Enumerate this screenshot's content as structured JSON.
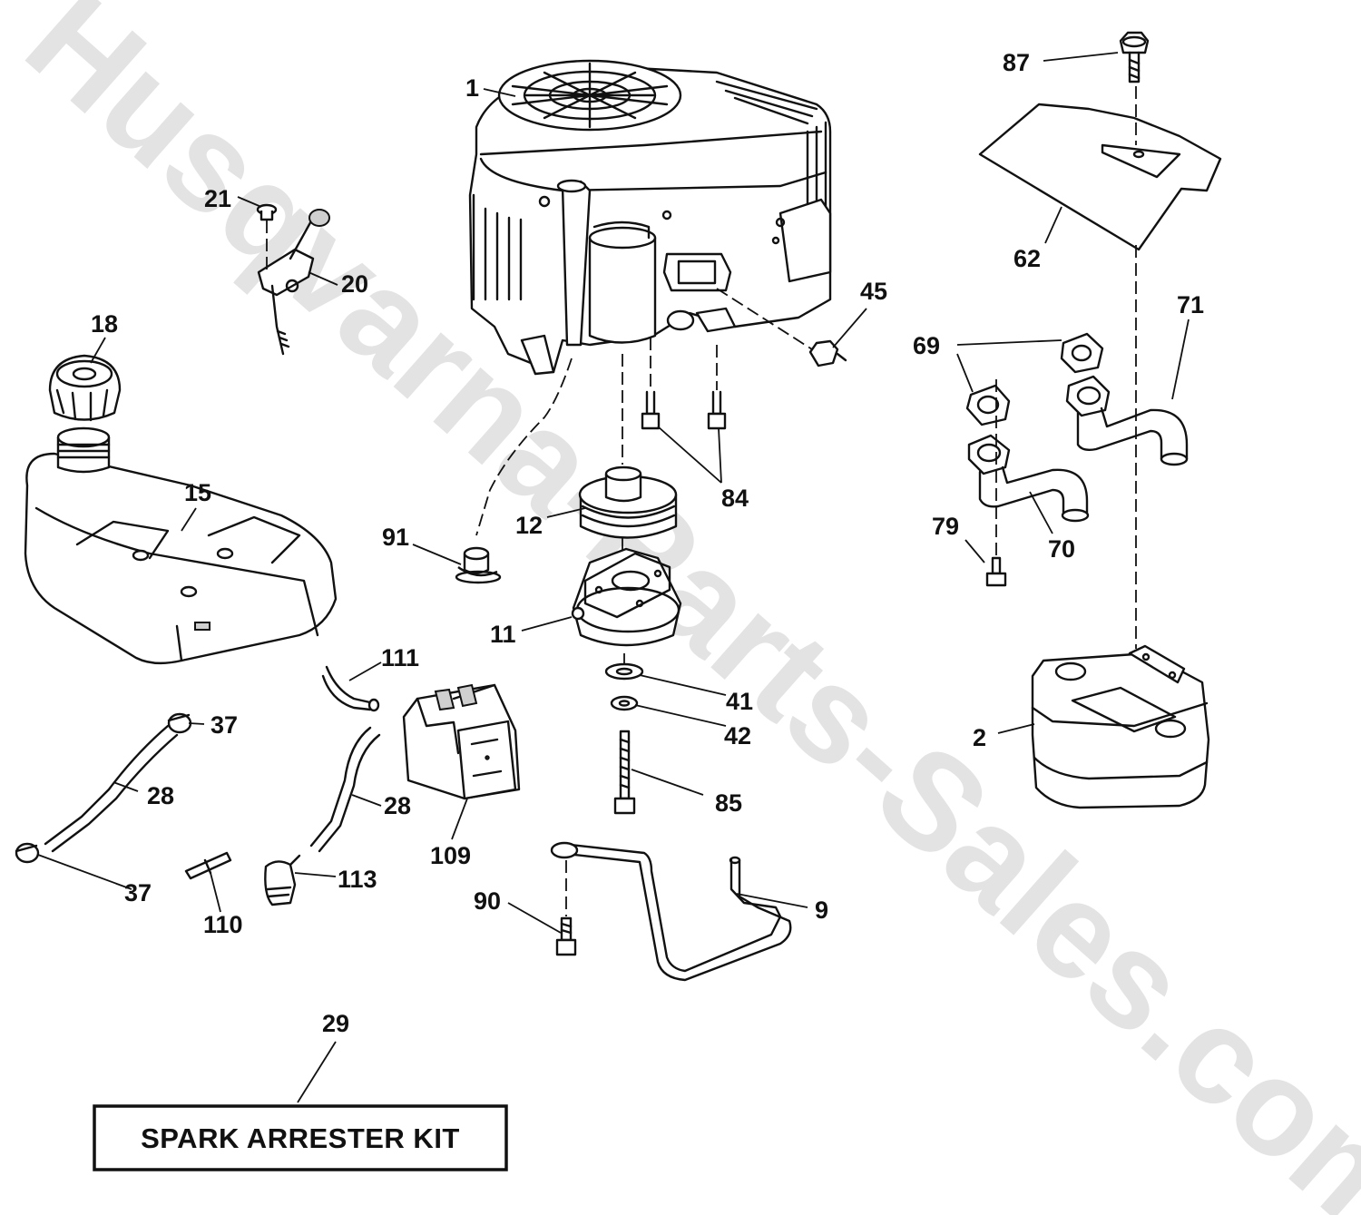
{
  "watermark": "Husqvarna-Parts-Sales.com",
  "kit_label": "SPARK ARRESTER KIT",
  "callouts": {
    "c1": "1",
    "c2": "2",
    "c9": "9",
    "c11": "11",
    "c12": "12",
    "c15": "15",
    "c18": "18",
    "c20": "20",
    "c21": "21",
    "c28a": "28",
    "c28b": "28",
    "c29": "29",
    "c37a": "37",
    "c37b": "37",
    "c41": "41",
    "c42": "42",
    "c45": "45",
    "c62": "62",
    "c69": "69",
    "c70": "70",
    "c71": "71",
    "c79": "79",
    "c84": "84",
    "c85": "85",
    "c87": "87",
    "c90": "90",
    "c91": "91",
    "c109": "109",
    "c110": "110",
    "c111": "111",
    "c113": "113"
  }
}
